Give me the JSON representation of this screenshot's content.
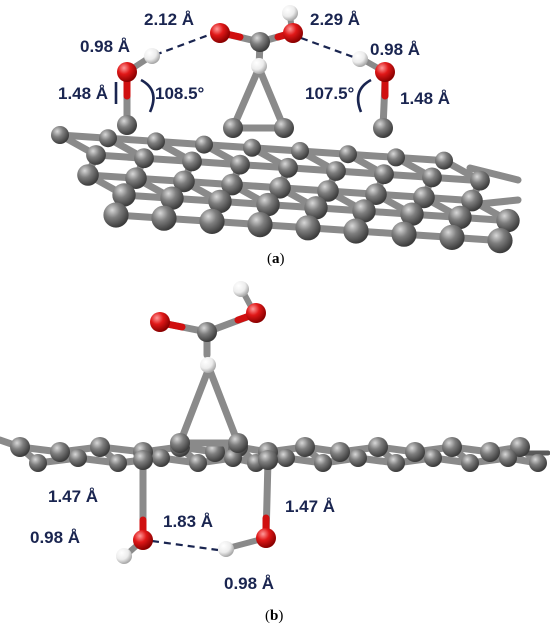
{
  "panel_a": {
    "caption_open": "(",
    "caption_letter": "a",
    "caption_close": ")",
    "labels": {
      "hbond_left": "2.12 Å",
      "hbond_right": "2.29 Å",
      "oh_left": "0.98 Å",
      "oh_right": "0.98 Å",
      "co_left": "1.48 Å",
      "co_right": "1.48 Å",
      "angle_left": "108.5°",
      "angle_right": "107.5°"
    }
  },
  "panel_b": {
    "caption_open": "(",
    "caption_letter": "b",
    "caption_close": ")",
    "labels": {
      "co_left": "1.47 Å",
      "co_right": "1.47 Å",
      "hbond": "1.83 Å",
      "oh_left": "0.98 Å",
      "oh_bottom": "0.98 Å"
    }
  },
  "colors": {
    "carbon": "#7a7a7a",
    "oxygen": "#e01818",
    "hydrogen": "#f2f2f2",
    "label": "#1a2550"
  }
}
